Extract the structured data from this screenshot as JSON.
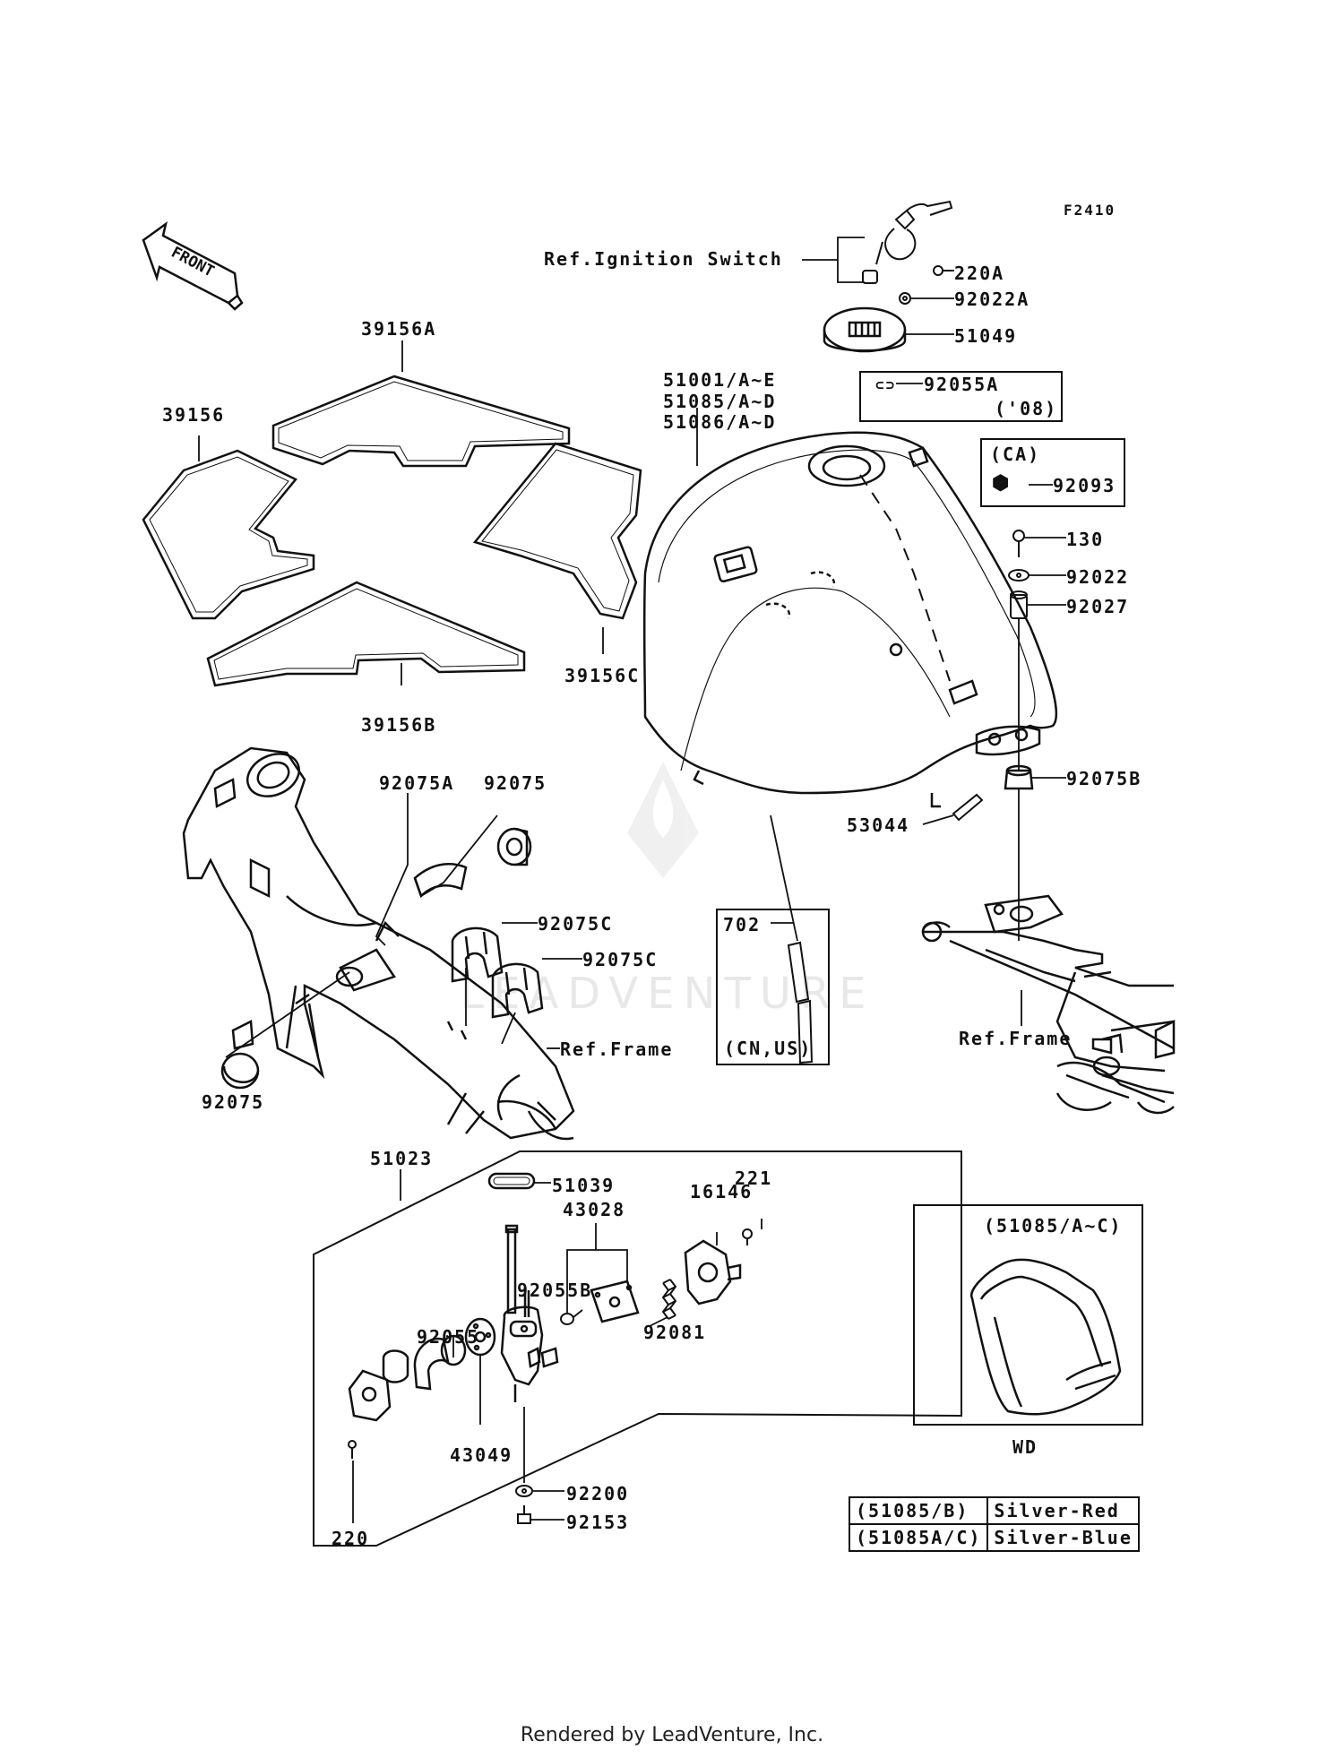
{
  "figure_code": "F2410",
  "orientation_label": "FRONT",
  "part_labels": {
    "p39156A": "39156A",
    "p39156": "39156",
    "p39156B": "39156B",
    "p39156C": "39156C",
    "p51001": "51001/A~E",
    "p51085": "51085/A~D",
    "p51086": "51086/A~D",
    "ignition": "Ref.Ignition Switch",
    "p220A": "220A",
    "p92022A": "92022A",
    "p51049": "51049",
    "p92055A": "92055A",
    "p92055A_note": "('08)",
    "ca_note": "(CA)",
    "p92093": "92093",
    "p130": "130",
    "p92022": "92022",
    "p92027": "92027",
    "p92075B": "92075B",
    "p53044": "53044",
    "p702": "702",
    "p702_note": "(CN,US)",
    "ref_frame_right": "Ref.Frame",
    "p92075A": "92075A",
    "p92075_top": "92075",
    "p92075C_1": "92075C",
    "p92075C_2": "92075C",
    "ref_frame_left": "Ref.Frame",
    "p92075_bottom": "92075",
    "p51023": "51023",
    "p51039": "51039",
    "p43028": "43028",
    "p16146": "16146",
    "p221": "221",
    "p92055B": "92055B",
    "p92081": "92081",
    "p92055": "92055",
    "p43049": "43049",
    "p92200": "92200",
    "p92153": "92153",
    "p220": "220",
    "inset_note": "(51085/A~C)",
    "inset_caption": "WD"
  },
  "color_table": [
    {
      "code": "(51085/B)",
      "color": "Silver-Red"
    },
    {
      "code": "(51085A/C)",
      "color": "Silver-Blue"
    }
  ],
  "watermark": "LEADVENTURE",
  "footer": "Rendered by LeadVenture, Inc."
}
